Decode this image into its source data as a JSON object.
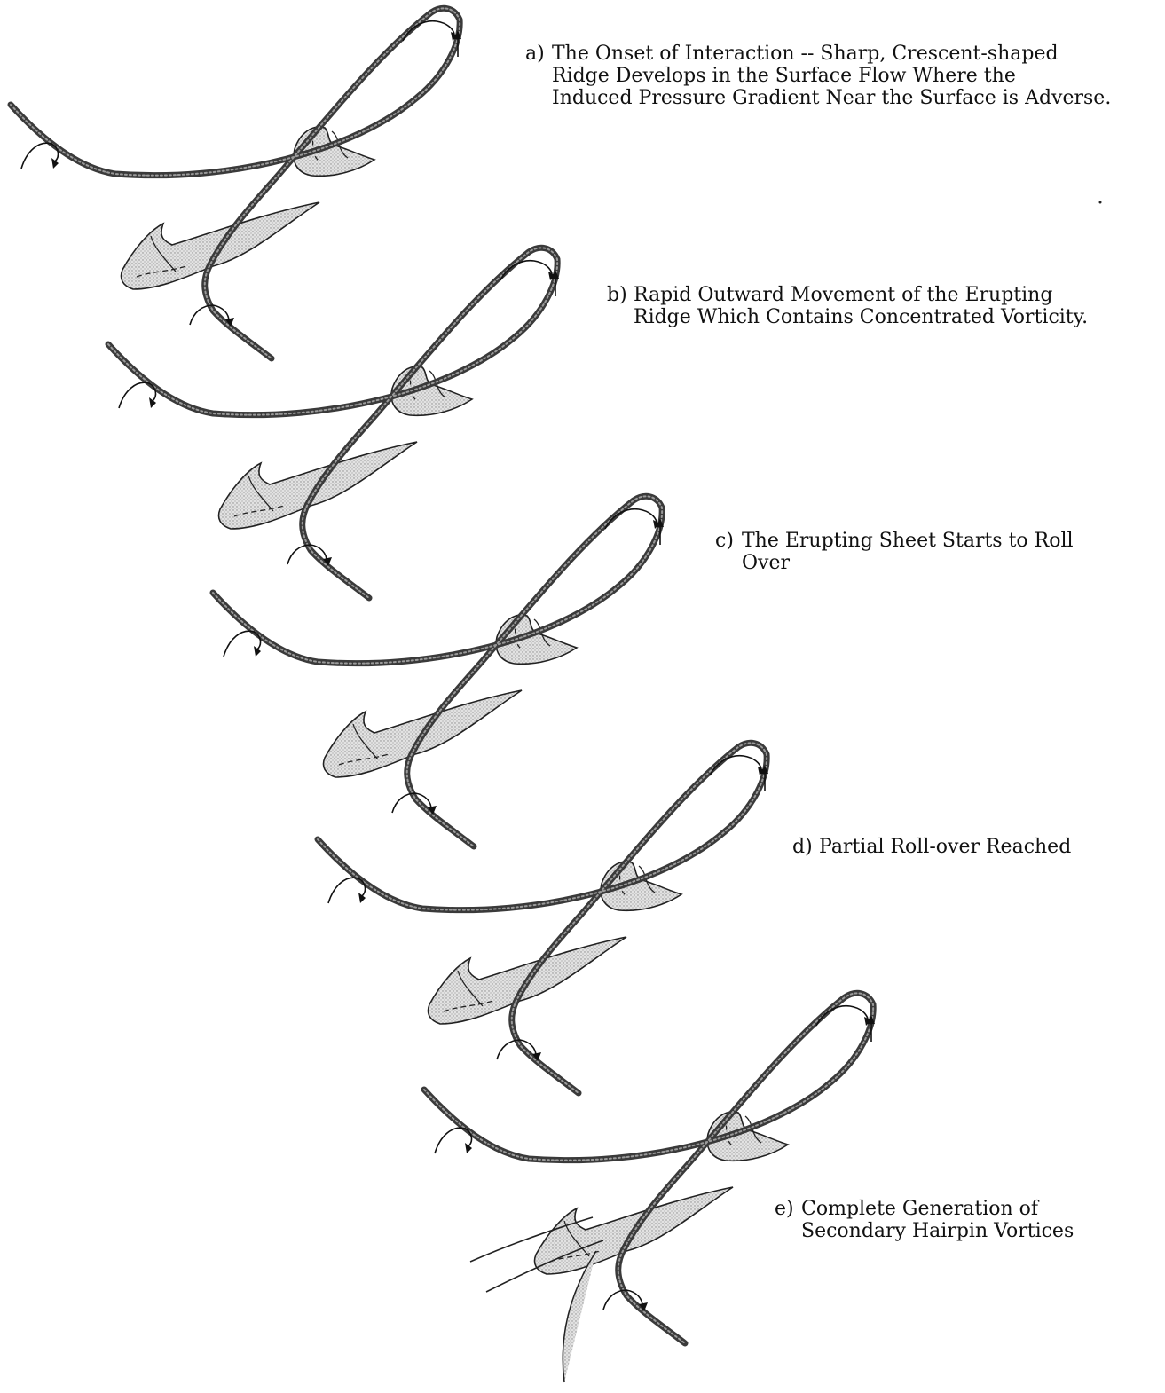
{
  "figure": {
    "stages": [
      {
        "tag": "a)",
        "lines": [
          "The Onset of Interaction -- Sharp, Crescent-shaped",
          "Ridge Develops in the Surface Flow Where the",
          "Induced Pressure Gradient Near the Surface is Adverse."
        ]
      },
      {
        "tag": "b)",
        "lines": [
          "Rapid Outward Movement of the Erupting",
          "Ridge Which Contains Concentrated Vorticity."
        ]
      },
      {
        "tag": "c)",
        "lines": [
          "The Erupting Sheet Starts to Roll",
          "Over"
        ]
      },
      {
        "tag": "d)",
        "lines": [
          "Partial Roll-over Reached"
        ]
      },
      {
        "tag": "e)",
        "lines": [
          "Complete Generation of",
          "Secondary Hairpin Vortices"
        ]
      }
    ]
  },
  "colors": {
    "vortex_line": "#3a3a3a",
    "eruption_fill": "#d2d2d2",
    "ink": "#111111",
    "background": "#ffffff"
  }
}
